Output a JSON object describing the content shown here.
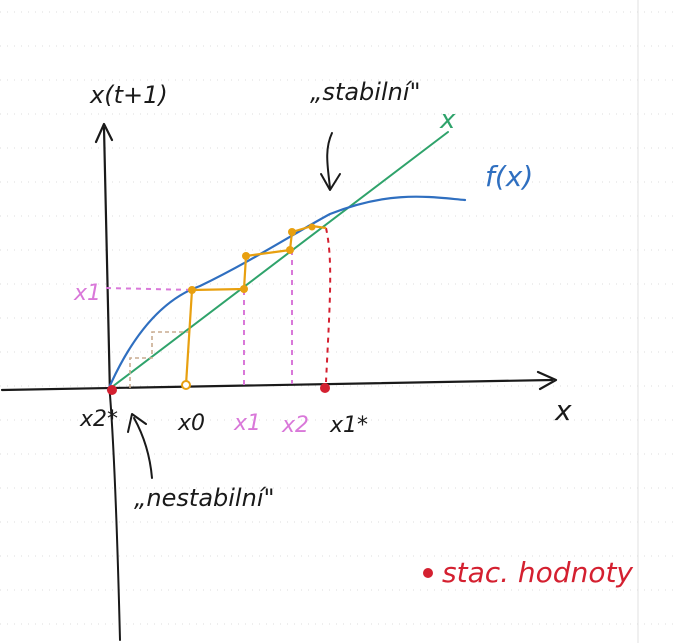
{
  "labels": {
    "y_axis": "x(t+1)",
    "x_axis": "x",
    "identity_curve": "x",
    "map_curve": "f(x)",
    "stable_note": "„stabilní\"",
    "unstable_note": "„nestabilní\"",
    "y_tick_x1": "x1",
    "x_tick_x2_star": "x2*",
    "x_tick_x0": "x0",
    "x_tick_x1": "x1",
    "x_tick_x2": "x2",
    "x_tick_x1_star": "x1*",
    "legend": "stac. hodnoty"
  },
  "colors": {
    "axis": "#1a1a1a",
    "identity": "#2fa36b",
    "map": "#2f6fc0",
    "cobweb": "#e8a010",
    "cobweb_unstable": "#c8ac90",
    "guide": "#d978d9",
    "stationary": "#d42030",
    "annotation": "#1a1a1a",
    "grid": "#d4d4d4"
  }
}
